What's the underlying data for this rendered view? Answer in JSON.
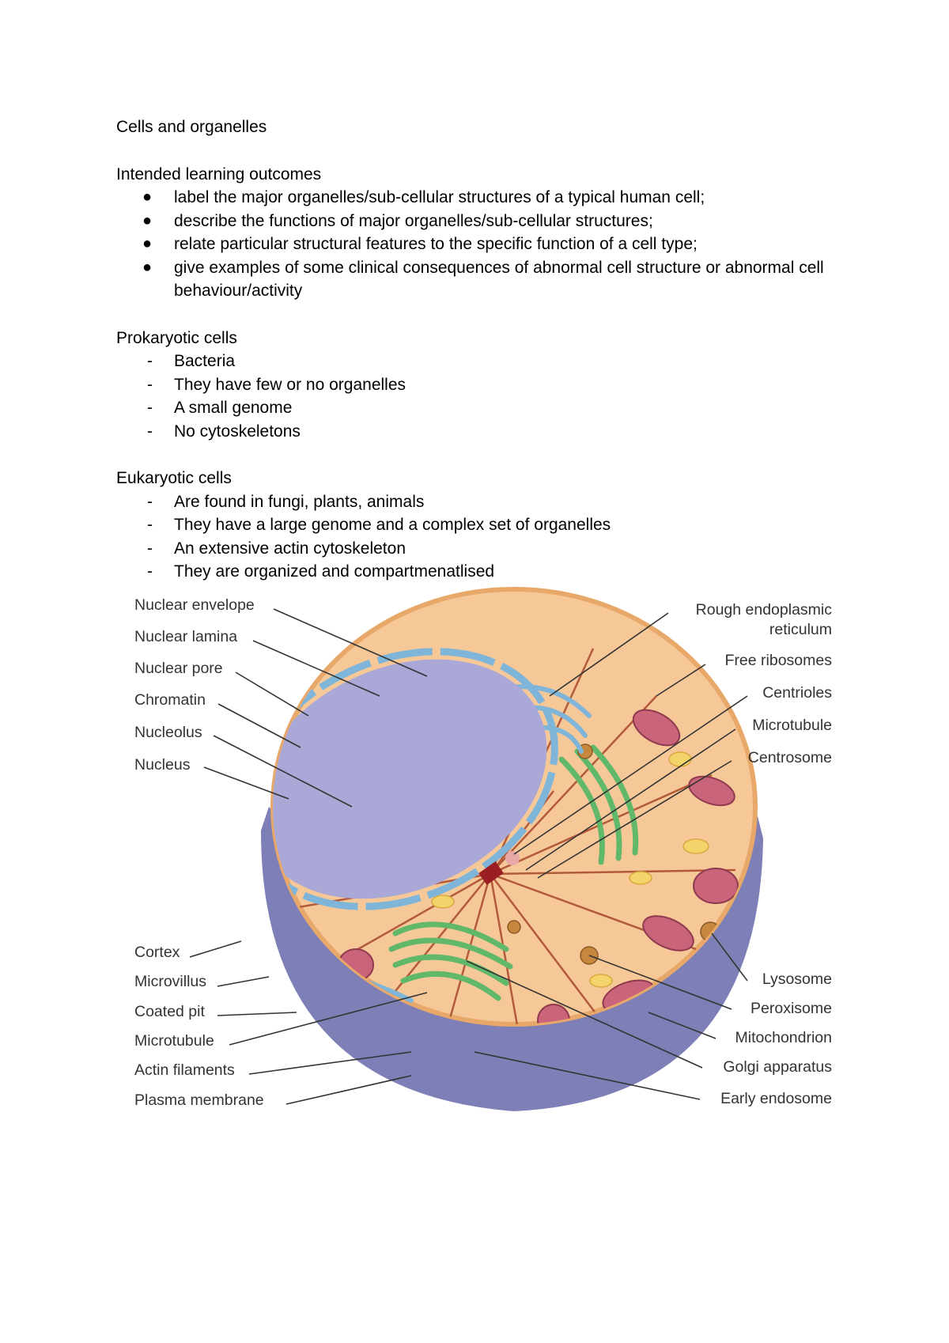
{
  "title": "Cells and organelles",
  "outcomes": {
    "heading": "Intended learning outcomes",
    "items": [
      "label the major organelles/sub-cellular structures of a typical human cell;",
      "describe the functions of major organelles/sub-cellular structures;",
      "relate particular structural features to the specific function of a cell type;",
      "give examples of some clinical consequences of abnormal cell structure or abnormal cell behaviour/activity"
    ]
  },
  "prokaryotic": {
    "heading": "Prokaryotic cells",
    "items": [
      "Bacteria",
      "They have few or no organelles",
      "A small genome",
      "No cytoskeletons"
    ]
  },
  "eukaryotic": {
    "heading": "Eukaryotic cells",
    "items": [
      "Are found in fungi, plants, animals",
      "They have a large genome and a complex set of organelles",
      "An extensive actin cytoskeleton",
      "They are organized and compartmenatlised"
    ]
  },
  "figure": {
    "labels_left": [
      "Nuclear envelope",
      "Nuclear lamina",
      "Nuclear pore",
      "Chromatin",
      "Nucleolus",
      "Nucleus",
      "Cortex",
      "Microvillus",
      "Coated pit",
      "Microtubule",
      "Actin filaments",
      "Plasma membrane"
    ],
    "labels_right": [
      "Rough endoplasmic",
      "reticulum",
      "Free ribosomes",
      "Centrioles",
      "Microtubule",
      "Centrosome",
      "Lysosome",
      "Peroxisome",
      "Mitochondrion",
      "Golgi apparatus",
      "Early endosome"
    ],
    "colors": {
      "cytoplasm": "#f6c898",
      "cytoplasm_edge": "#e8a86a",
      "cell_base": "#7d7fb6",
      "nucleus": "#a9a8d6",
      "envelope": "#7fb5d9",
      "mitochondria": "#c9647a",
      "golgi": "#62b86a",
      "fibers": "#b35a3a",
      "vesicles": "#f3d46a"
    }
  }
}
